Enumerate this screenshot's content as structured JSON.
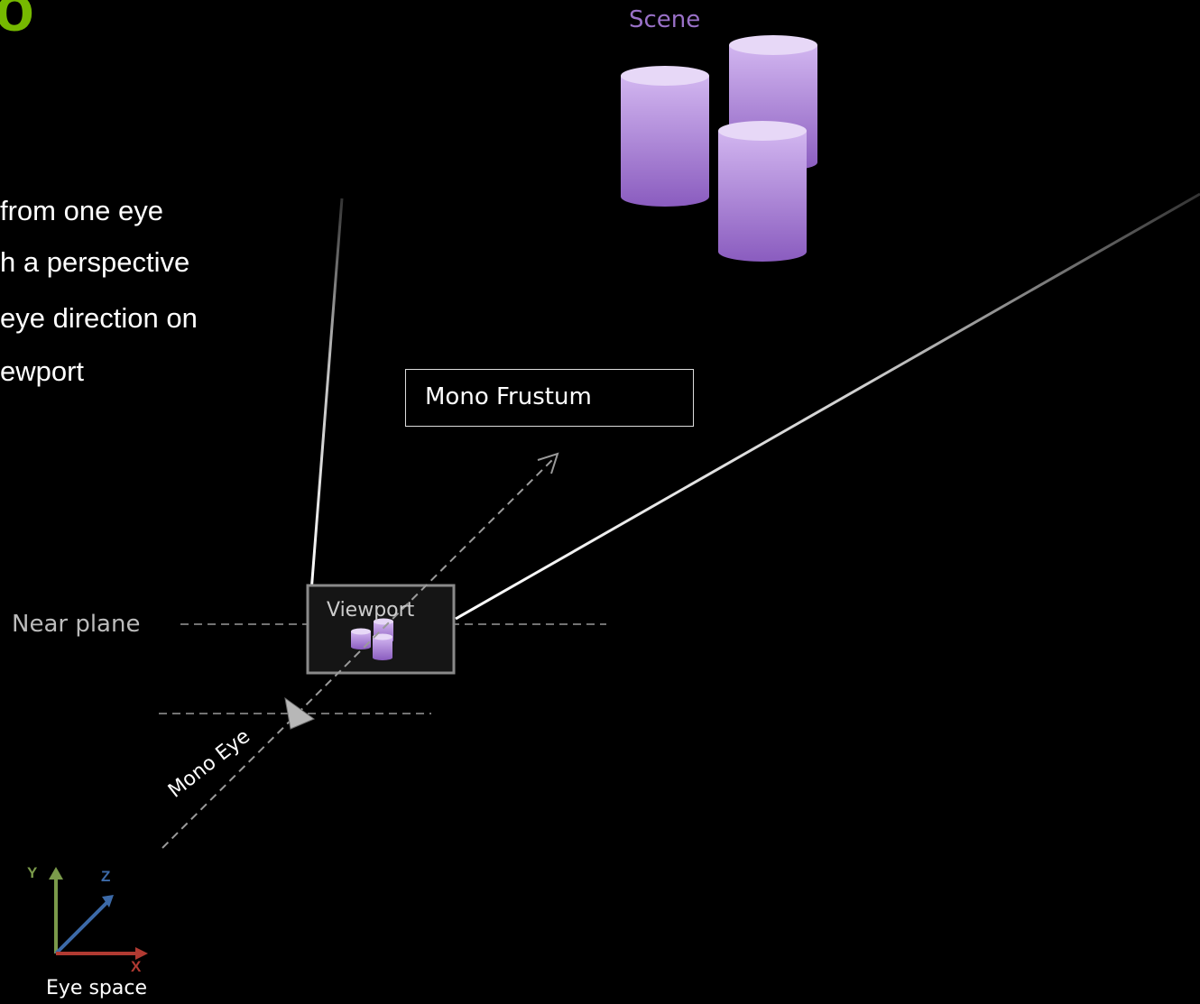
{
  "slide": {
    "title_fragment": "o",
    "body_lines": [
      "from one eye",
      "h a perspective",
      "eye direction on",
      "ewport"
    ]
  },
  "diagram": {
    "scene_label": "Scene",
    "frustum_label": "Mono Frustum",
    "near_plane_label": "Near plane",
    "viewport_label": "Viewport",
    "eye_label": "Mono Eye",
    "eye_space_label": "Eye space",
    "axes": {
      "y": "Y",
      "z": "Z",
      "x": "X"
    }
  },
  "colors": {
    "background": "#000000",
    "title": "#76b900",
    "scene_cylinder": "#b592dd",
    "axis_y": "#7a9a4a",
    "axis_z": "#3c6aa8",
    "axis_x": "#b13a32"
  }
}
